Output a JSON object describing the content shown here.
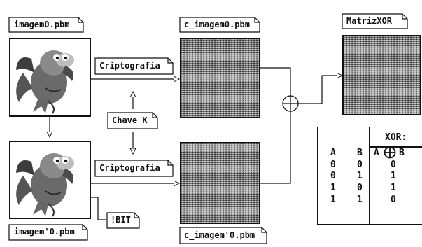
{
  "labels": {
    "image_in": "imagem0.pbm",
    "image_in_prime": "imagem'0.pbm",
    "cipher_out": "c_imagem0.pbm",
    "cipher_out_prime": "c_imagem'0.pbm",
    "matrix": "MatrizXOR",
    "crypto_top": "Criptografia",
    "crypto_bottom": "Criptografia",
    "key": "Chave K",
    "bit": "!BIT"
  },
  "xor_table": {
    "title": "XOR:",
    "col_a": "A",
    "col_b": "B",
    "op_a": "A",
    "op_b": "B",
    "rows": [
      {
        "a": "0",
        "b": "0",
        "r": "0"
      },
      {
        "a": "0",
        "b": "1",
        "r": "1"
      },
      {
        "a": "1",
        "b": "0",
        "r": "1"
      },
      {
        "a": "1",
        "b": "1",
        "r": "0"
      }
    ]
  }
}
